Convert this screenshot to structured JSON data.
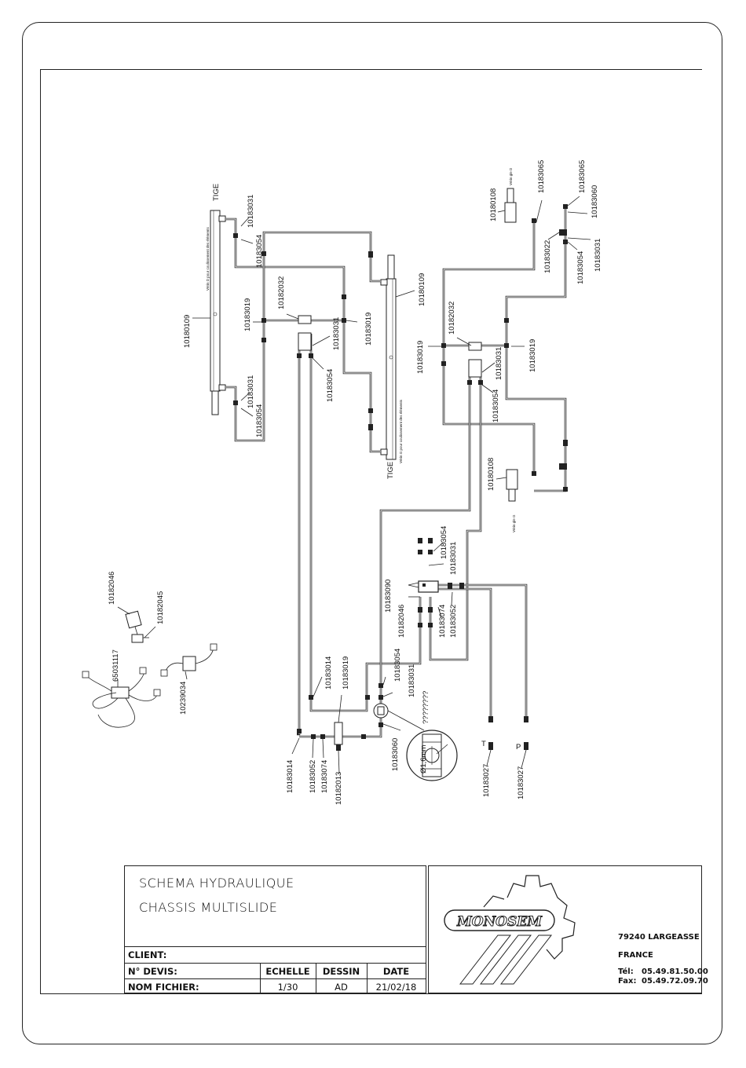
{
  "labels": {
    "tige": "TIGE",
    "verin_left": "Vérin D pour coulissement des éléments",
    "verin_right": "Vérin G pour coulissement des éléments",
    "verin_gle_d": "Vérin gle D",
    "verin_gle_g": "Vérin gle G",
    "p_10180109": "10180109",
    "p_10183031": "10183031",
    "p_10183054": "10183054",
    "p_10183019": "10183019",
    "p_10182032": "10182032",
    "p_10180108": "10180108",
    "p_10183065": "10183065",
    "p_10183060": "10183060",
    "p_10183022": "10183022",
    "p_10183090": "10183090",
    "p_10182046": "10182046",
    "p_10183074": "10183074",
    "p_10183052": "10183052",
    "p_10183014": "10183014",
    "p_10182013": "10182013",
    "p_10183027": "10183027",
    "p_unknown": "????????",
    "p_10182045": "10182045",
    "p_65031117": "65031117",
    "p_10239034": "10239034",
    "diameter": "Ø1,6mm",
    "port_t": "T",
    "port_p": "P"
  },
  "title_block": {
    "title_line1": "SCHEMA HYDRAULIQUE",
    "title_line2": "CHASSIS MULTISLIDE",
    "client_label": "CLIENT:",
    "devis_label": "N° DEVIS:",
    "fichier_label": "NOM FICHIER:",
    "echelle_label": "ECHELLE",
    "echelle_value": "1/30",
    "dessin_label": "DESSIN",
    "dessin_value": "AD",
    "date_label": "DATE",
    "date_value": "21/02/18"
  },
  "company": {
    "logo_text": "MONOSEM",
    "address": "79240 LARGEASSE",
    "country": "FRANCE",
    "tel_label": "Tél:",
    "tel_value": "05.49.81.50.00",
    "fax_label": "Fax:",
    "fax_value": "05.49.72.09.70"
  }
}
